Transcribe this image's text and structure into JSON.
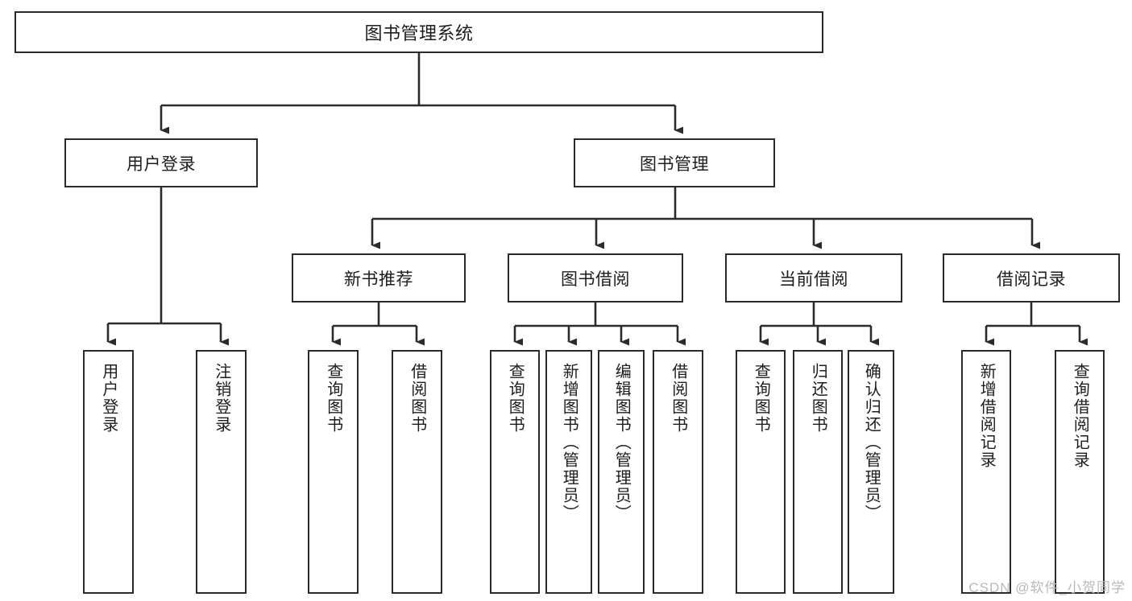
{
  "diagram": {
    "title": "图书管理系统",
    "type": "hierarchy-tree",
    "root": {
      "label": "图书管理系统"
    },
    "level1": [
      {
        "label": "用户登录"
      },
      {
        "label": "图书管理"
      }
    ],
    "level2": [
      {
        "label": "新书推荐"
      },
      {
        "label": "图书借阅"
      },
      {
        "label": "当前借阅"
      },
      {
        "label": "借阅记录"
      }
    ],
    "leaves": [
      {
        "label": "用户登录"
      },
      {
        "label": "注销登录"
      },
      {
        "label": "查询图书"
      },
      {
        "label": "借阅图书"
      },
      {
        "label": "查询图书"
      },
      {
        "label": "新增图书（管理员）"
      },
      {
        "label": "编辑图书（管理员）"
      },
      {
        "label": "借阅图书"
      },
      {
        "label": "查询图书"
      },
      {
        "label": "归还图书"
      },
      {
        "label": "确认归还（管理员）"
      },
      {
        "label": "新增借阅记录"
      },
      {
        "label": "查询借阅记录"
      }
    ],
    "colors": {
      "box_border": "#2b2b2b",
      "box_fill": "#ffffff",
      "connector": "#2b2b2b",
      "text": "#1d1d1d",
      "watermark": "#b9b9b9"
    }
  },
  "watermark": {
    "text": "CSDN @软件_小贺同学"
  }
}
